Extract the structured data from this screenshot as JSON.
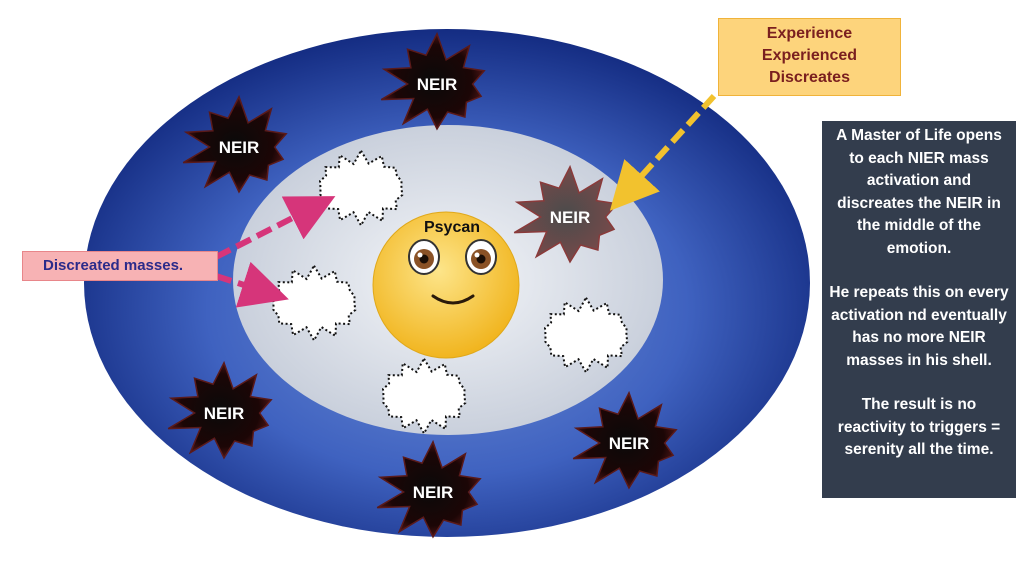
{
  "diagram": {
    "center_label": "Psycan",
    "outer_bursts": [
      "NEIR",
      "NEIR",
      "NEIR",
      "NEIR",
      "NEIR"
    ],
    "inner_burst": "NEIR",
    "white_masses_count": 4
  },
  "callouts": {
    "experience_lines": [
      "Experience",
      "Experienced",
      "Discreates"
    ],
    "discreated_label": "Discreated masses."
  },
  "info": {
    "p1": "A Master of Life opens to each NIER mass activation and discreates the NEIR in the middle of the emotion.",
    "p2": "He repeats this on every activation nd eventually has no more NEIR masses in his shell.",
    "p3": "The result is no reactivity to triggers = serenity all the time."
  },
  "colors": {
    "outer_shell": "#1a3c9c",
    "inner_shell": "#d4dae6",
    "sun": "#f7c43a",
    "dark_burst": "#3a1010",
    "arrow_pink": "#d6357a",
    "arrow_gold": "#f2c22e",
    "info_bg": "#333d4d"
  }
}
